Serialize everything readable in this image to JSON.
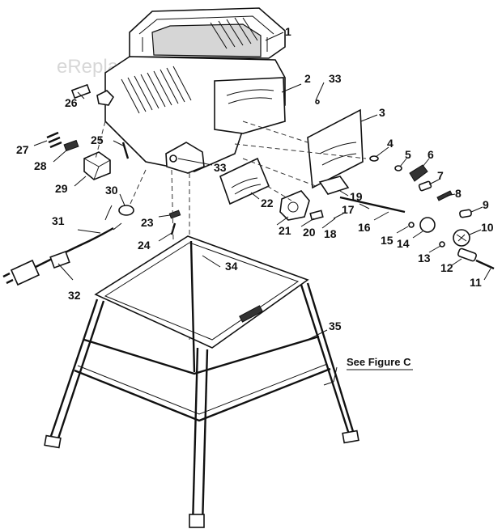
{
  "watermark": "eReplacementParts.com",
  "reference_label": "See Figure C",
  "labels": [
    {
      "id": "1",
      "text": "1"
    },
    {
      "id": "2",
      "text": "2"
    },
    {
      "id": "3",
      "text": "3"
    },
    {
      "id": "4",
      "text": "4"
    },
    {
      "id": "5",
      "text": "5"
    },
    {
      "id": "6",
      "text": "6"
    },
    {
      "id": "7",
      "text": "7"
    },
    {
      "id": "8",
      "text": "8"
    },
    {
      "id": "9",
      "text": "9"
    },
    {
      "id": "10",
      "text": "10"
    },
    {
      "id": "11",
      "text": "11"
    },
    {
      "id": "12",
      "text": "12"
    },
    {
      "id": "13",
      "text": "13"
    },
    {
      "id": "14",
      "text": "14"
    },
    {
      "id": "15",
      "text": "15"
    },
    {
      "id": "16",
      "text": "16"
    },
    {
      "id": "17",
      "text": "17"
    },
    {
      "id": "18",
      "text": "18"
    },
    {
      "id": "19",
      "text": "19"
    },
    {
      "id": "20",
      "text": "20"
    },
    {
      "id": "21",
      "text": "21"
    },
    {
      "id": "22",
      "text": "22"
    },
    {
      "id": "23",
      "text": "23"
    },
    {
      "id": "24",
      "text": "24"
    },
    {
      "id": "25",
      "text": "25"
    },
    {
      "id": "26",
      "text": "26"
    },
    {
      "id": "27",
      "text": "27"
    },
    {
      "id": "28",
      "text": "28"
    },
    {
      "id": "29",
      "text": "29"
    },
    {
      "id": "30",
      "text": "30"
    },
    {
      "id": "31",
      "text": "31"
    },
    {
      "id": "32",
      "text": "32"
    },
    {
      "id": "33a",
      "text": "33"
    },
    {
      "id": "33b",
      "text": "33"
    },
    {
      "id": "34",
      "text": "34"
    },
    {
      "id": "35",
      "text": "35"
    }
  ]
}
